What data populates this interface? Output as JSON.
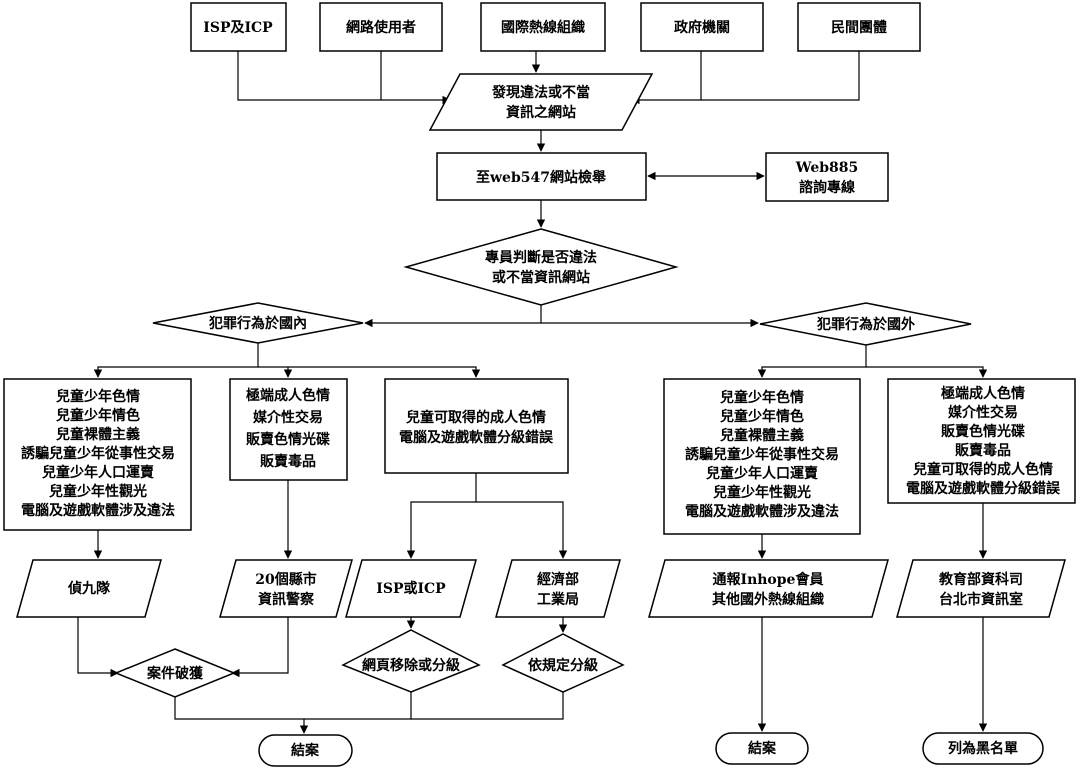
{
  "sources": [
    "ISP及ICP",
    "網路使用者",
    "國際熱線組織",
    "政府機關",
    "民間團體"
  ],
  "discover": [
    "發現違法或不當",
    "資訊之網站"
  ],
  "report": "至web547網站檢舉",
  "consult": [
    "Web885",
    "諮詢專線"
  ],
  "judge": [
    "專員判斷是否違法",
    "或不當資訊網站"
  ],
  "domestic": "犯罪行為於國內",
  "foreign": "犯罪行為於國外",
  "domestic_cases": [
    [
      "兒童少年色情",
      "兒童少年情色",
      "兒童裸體主義",
      "誘騙兒童少年從事性交易",
      "兒童少年人口運賣",
      "兒童少年性觀光",
      "電腦及遊戲軟體涉及違法"
    ],
    [
      "極端成人色情",
      "媒介性交易",
      "販賣色情光碟",
      "販賣毒品"
    ],
    [
      "兒童可取得的成人色情",
      "電腦及遊戲軟體分級錯誤"
    ]
  ],
  "foreign_cases": [
    [
      "兒童少年色情",
      "兒童少年情色",
      "兒童裸體主義",
      "誘騙兒童少年從事性交易",
      "兒童少年人口運賣",
      "兒童少年性觀光",
      "電腦及遊戲軟體涉及違法"
    ],
    [
      "極端成人色情",
      "媒介性交易",
      "販賣色情光碟",
      "販賣毒品",
      "兒童可取得的成人色情",
      "電腦及遊戲軟體分級錯誤"
    ]
  ],
  "handlers": {
    "squad9": "偵九隊",
    "police": [
      "20個縣市",
      "資訊警察"
    ],
    "isp": "ISP或ICP",
    "moea": [
      "經濟部",
      "工業局"
    ],
    "inhope": [
      "通報Inhope會員",
      "其他國外熱線組織"
    ],
    "moe": [
      "教育部資科司",
      "台北市資訊室"
    ]
  },
  "results": {
    "solved": "案件破獲",
    "remove": "網頁移除或分級",
    "grade": "依規定分級",
    "close1": "結案",
    "close2": "結案",
    "blacklist": "列為黑名單"
  }
}
